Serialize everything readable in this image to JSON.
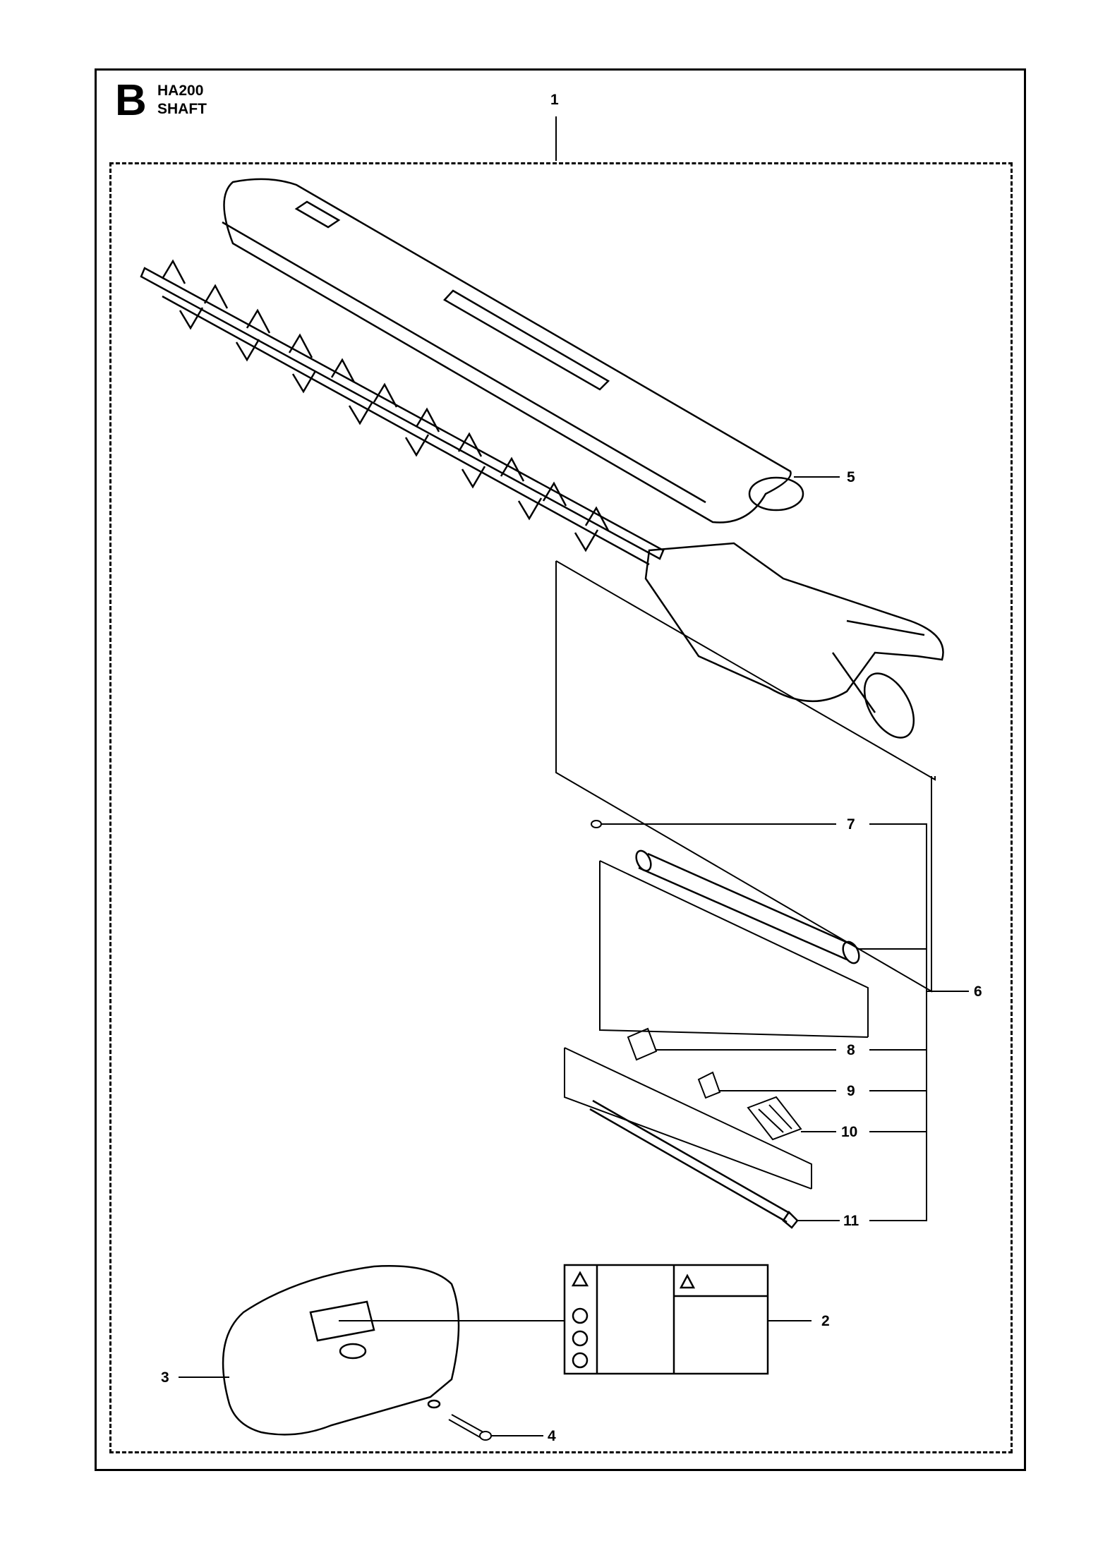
{
  "header": {
    "section_letter": "B",
    "model": "HA200",
    "group": "SHAFT"
  },
  "callouts": [
    "1",
    "2",
    "3",
    "4",
    "5",
    "6",
    "7",
    "8",
    "9",
    "10",
    "11"
  ],
  "icons": {
    "hedge-trimmer-blade": "hedge-trimmer-blade-icon",
    "blade-cover": "blade-cover-icon",
    "gearbox": "gearbox-icon",
    "drive-shaft": "drive-shaft-icon",
    "shaft-tube": "shaft-tube-icon",
    "warning-decal": "warning-decal-icon",
    "shield": "shield-icon",
    "screw": "screw-icon"
  }
}
